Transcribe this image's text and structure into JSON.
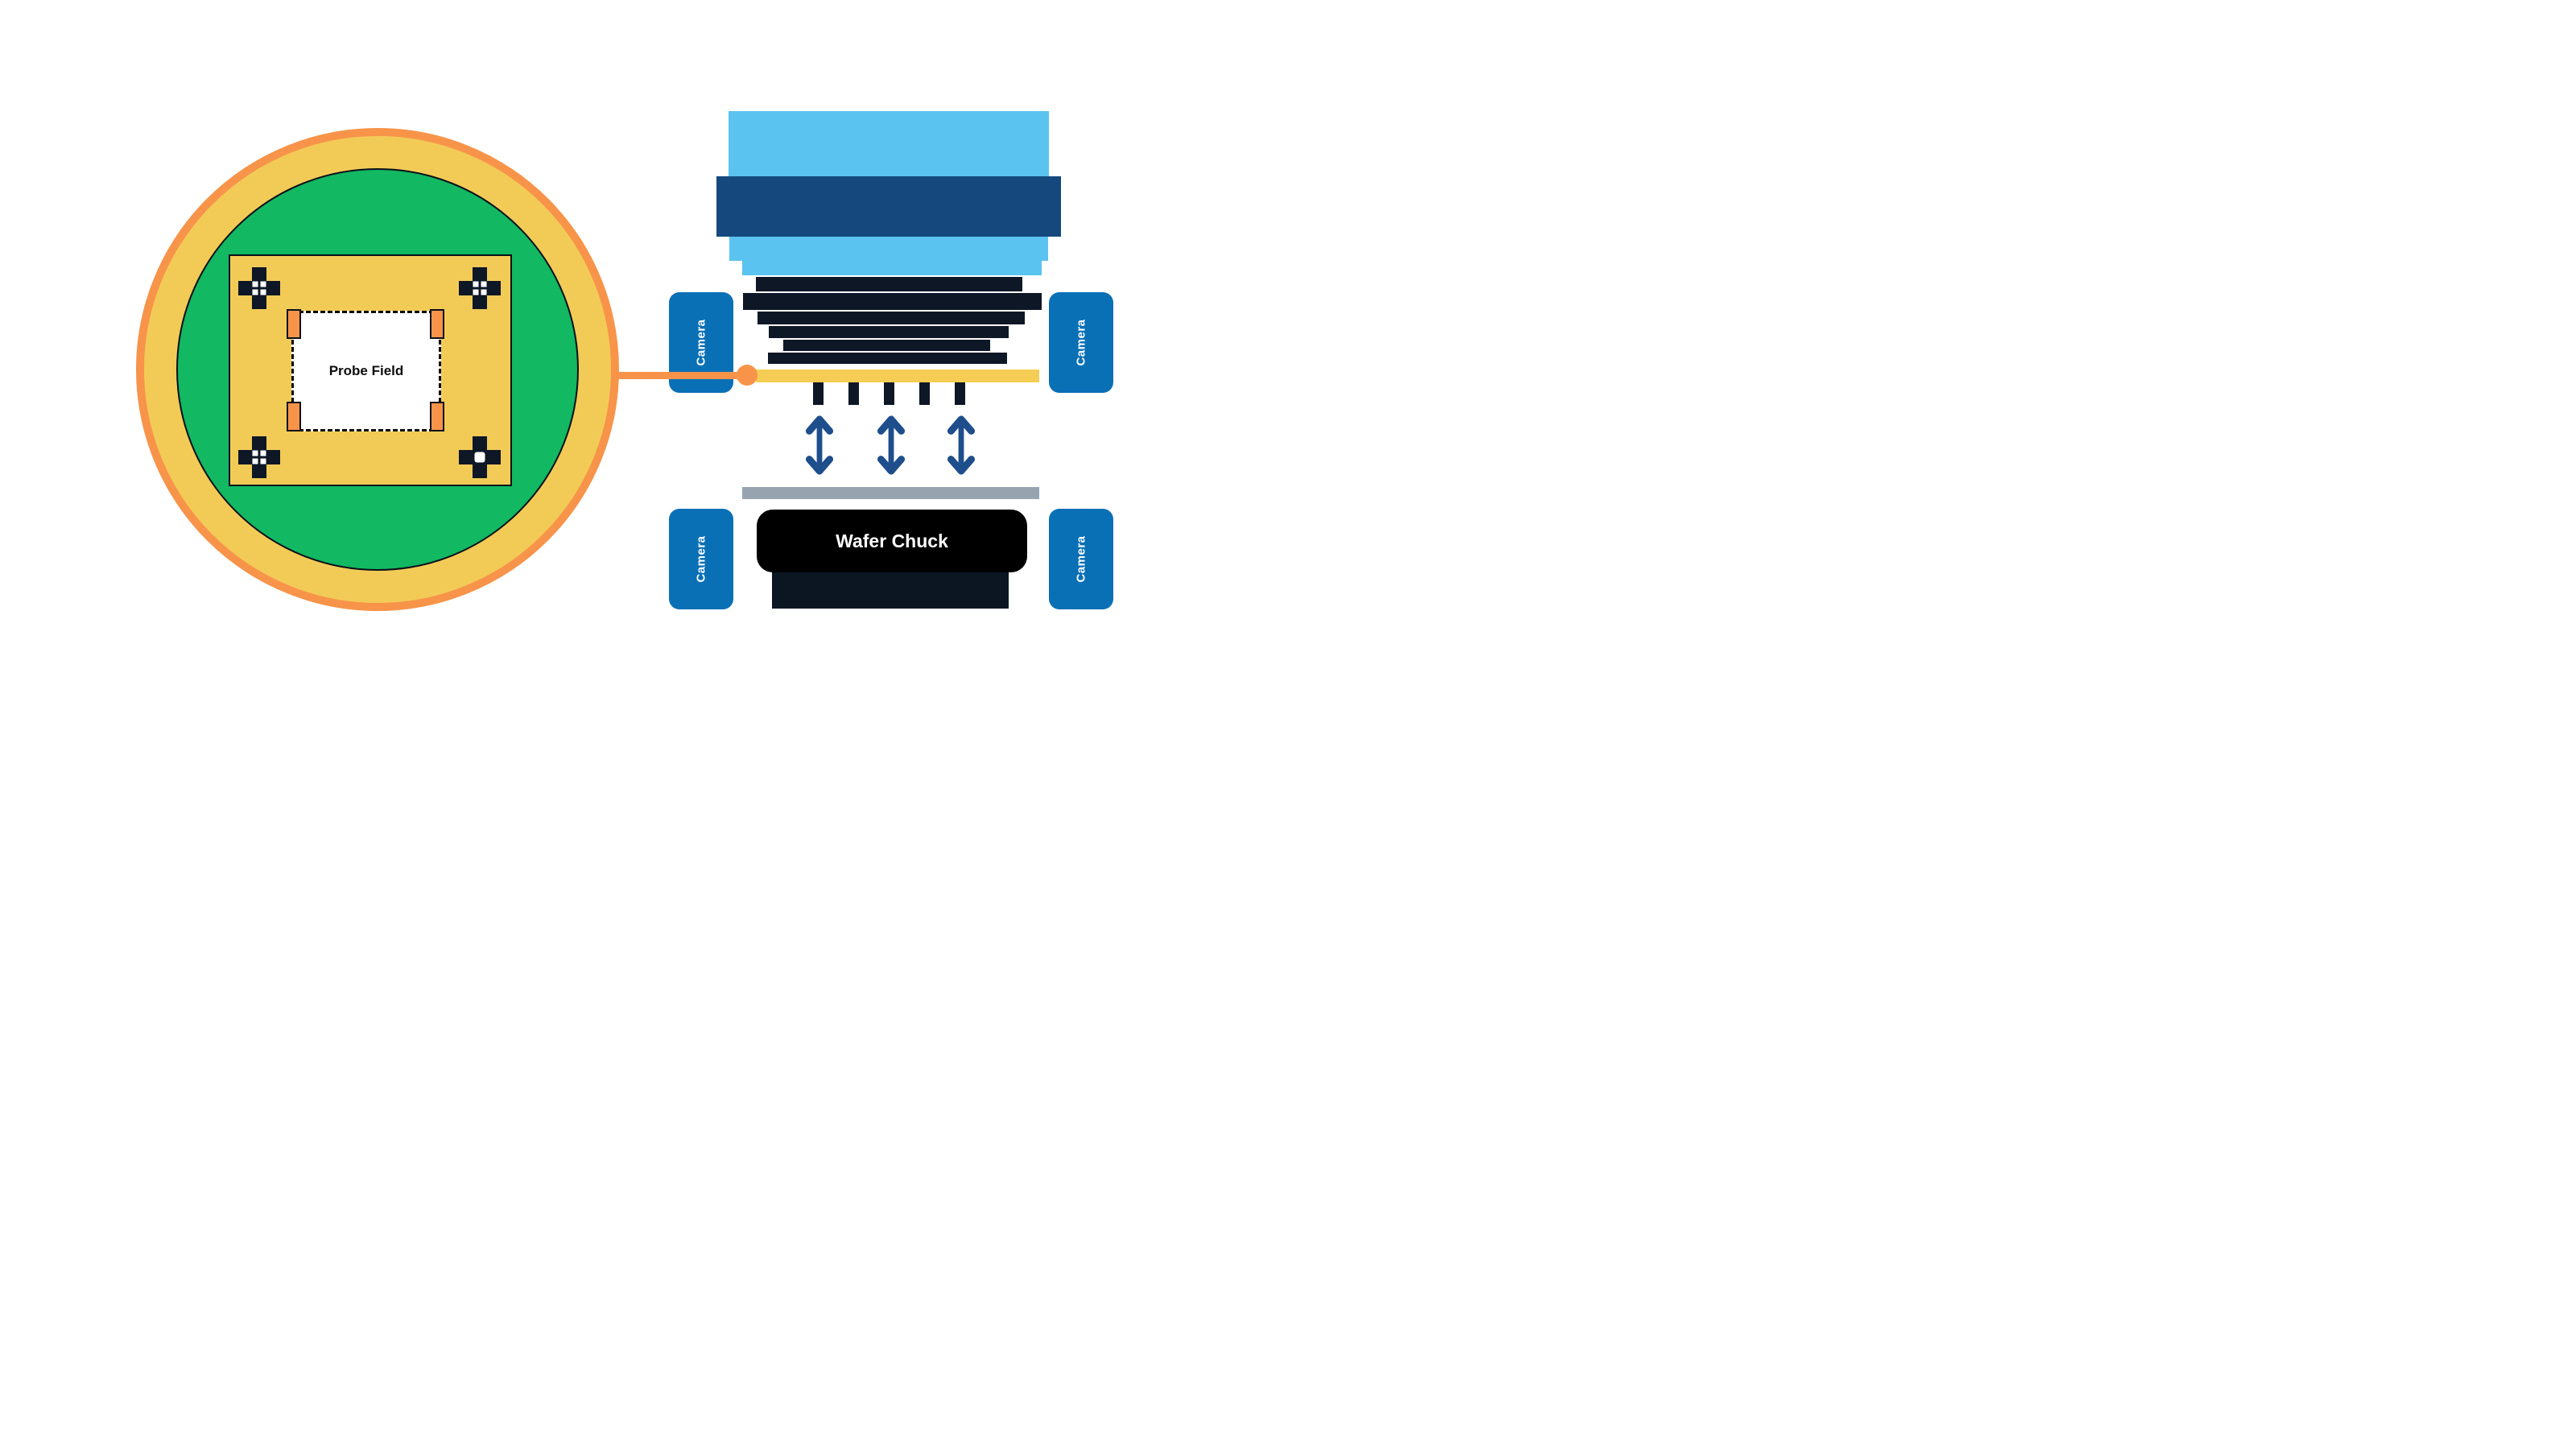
{
  "wafer_map": {
    "probe_field_label": "Probe Field"
  },
  "prober": {
    "cameras": [
      {
        "label": "Camera"
      },
      {
        "label": "Camera"
      },
      {
        "label": "Camera"
      },
      {
        "label": "Camera"
      }
    ],
    "chuck_label": "Wafer Chuck"
  },
  "icons": {
    "alignment_mark": "cross-with-registration-squares",
    "motion_arrow": "double-headed-vertical-arrow",
    "connector_node": "filled-circle"
  },
  "colors": {
    "orange": "#F7944A",
    "wafer-yellow": "#F2CB57",
    "wafer-green": "#12B862",
    "ink": "#0E1726",
    "light-blue": "#5BC3F0",
    "dark-blue": "#15497E",
    "camera-blue": "#0A70B6",
    "arrow-blue": "#1E4E8C",
    "chuck-gray": "#97A4B0",
    "chuck-black": "#000000",
    "pcb-yellow": "#F5CD54"
  }
}
